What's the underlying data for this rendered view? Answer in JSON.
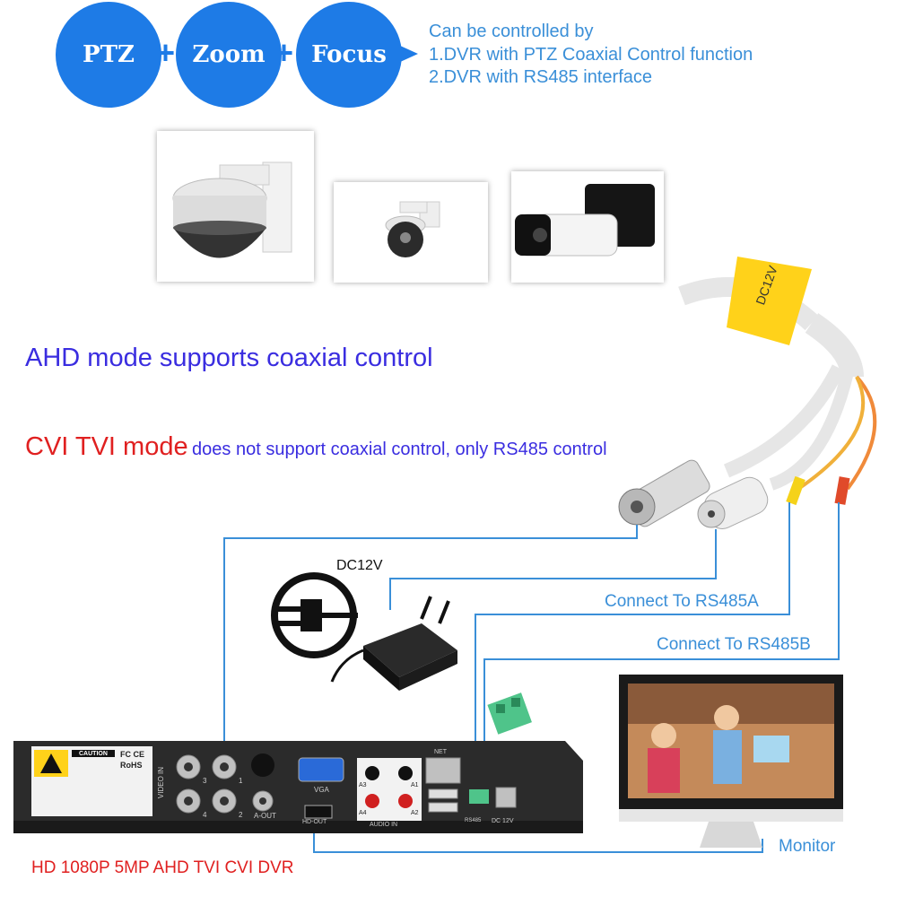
{
  "top": {
    "badges": [
      "PTZ",
      "Zoom",
      "Focus"
    ],
    "plus": "+",
    "controlled_by": {
      "title": "Can be controlled by",
      "items": [
        "1.DVR with PTZ Coaxial Control function",
        "2.DVR with RS485 interface"
      ]
    }
  },
  "modes": {
    "ahd": "AHD mode supports coaxial control",
    "cvi_prefix": "CVI TVI mode",
    "cvi_suffix": "does not support coaxial control, only RS485 control"
  },
  "cable": {
    "tag_text": "DC12V",
    "power_label": "DC12V"
  },
  "connections": {
    "rs485a": "Connect To RS485A",
    "rs485b": "Connect To RS485B",
    "monitor": "Monitor"
  },
  "dvr": {
    "caption": "HD 1080P 5MP AHD TVI CVI DVR",
    "caution_title": "CAUTION",
    "fcc": "FC CE",
    "rohs": "RoHS",
    "video_in": "VIDEO IN",
    "ports": [
      "3",
      "1",
      "4",
      "2"
    ],
    "a_out": "A-OUT",
    "vga": "VGA",
    "hd_out": "HD-OUT",
    "audio_in": "AUDIO IN",
    "audio_ports": [
      "A3",
      "A1",
      "A4",
      "A2"
    ],
    "net": "NET",
    "rs485": "RS485",
    "dc12v": "DC 12V"
  },
  "colors": {
    "badge": "#1e7be6",
    "ahd_text": "#3a2de0",
    "cvi_text": "#e02020",
    "label_blue": "#3a8fd8",
    "wire": "#3a8fd8",
    "dvr_caption": "#e02020"
  }
}
